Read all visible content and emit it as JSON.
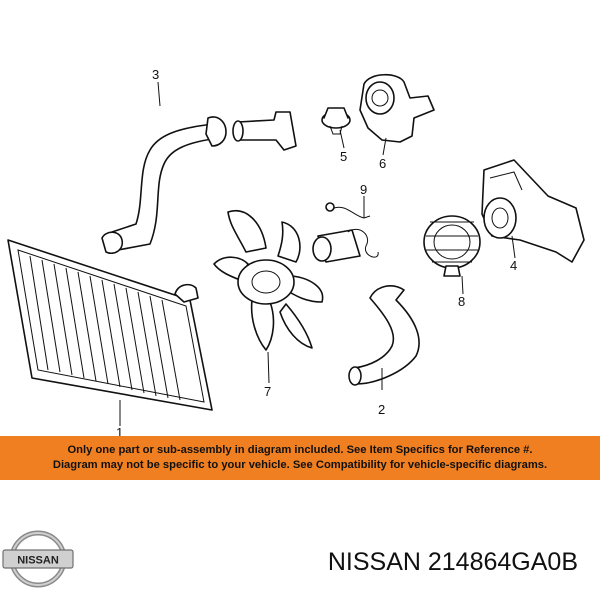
{
  "callouts": [
    {
      "id": "radiator",
      "number": "1"
    },
    {
      "id": "lower-hose",
      "number": "2"
    },
    {
      "id": "upper-hose",
      "number": "3"
    },
    {
      "id": "water-pump",
      "number": "4"
    },
    {
      "id": "thermostat",
      "number": "5"
    },
    {
      "id": "thermostat-housing",
      "number": "6"
    },
    {
      "id": "fan-blade",
      "number": "7"
    },
    {
      "id": "fan-clutch",
      "number": "8"
    },
    {
      "id": "fan-motor",
      "number": "9"
    }
  ],
  "banner": {
    "line1": "Only one part or sub-assembly in diagram included. See Item Specifics for Reference #.",
    "line2": "Diagram may not be specific to your vehicle. See Compatibility for vehicle-specific diagrams.",
    "color": "#f07f21"
  },
  "brand": {
    "logo_text": "NISSAN",
    "logo_icon": "nissan-logo-icon",
    "caption": "NISSAN 214864GA0B"
  }
}
